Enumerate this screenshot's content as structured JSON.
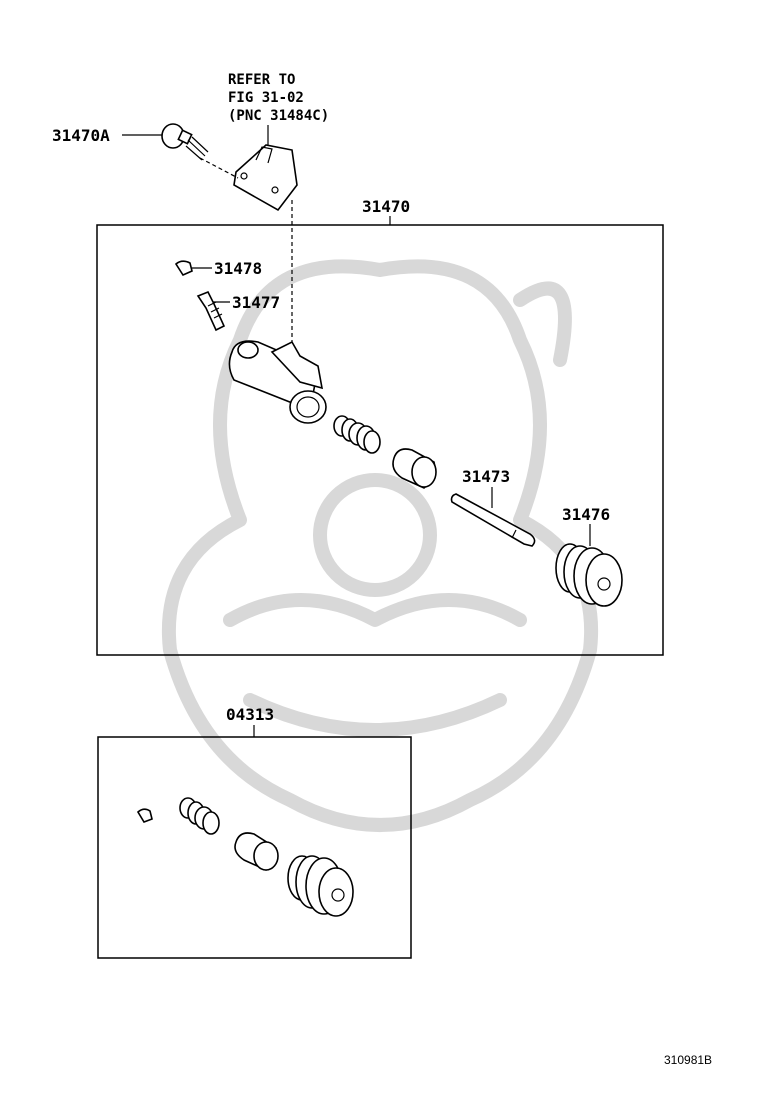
{
  "note": {
    "line1": "REFER TO",
    "line2": "FIG 31-02",
    "line3": "(PNC 31484C)"
  },
  "callouts": {
    "bolt": "31470A",
    "assembly": "31470",
    "bleeder_cap": "31478",
    "bleeder_plug": "31477",
    "push_rod": "31473",
    "boot": "31476",
    "kit": "04313"
  },
  "diagram_code": "310981B"
}
